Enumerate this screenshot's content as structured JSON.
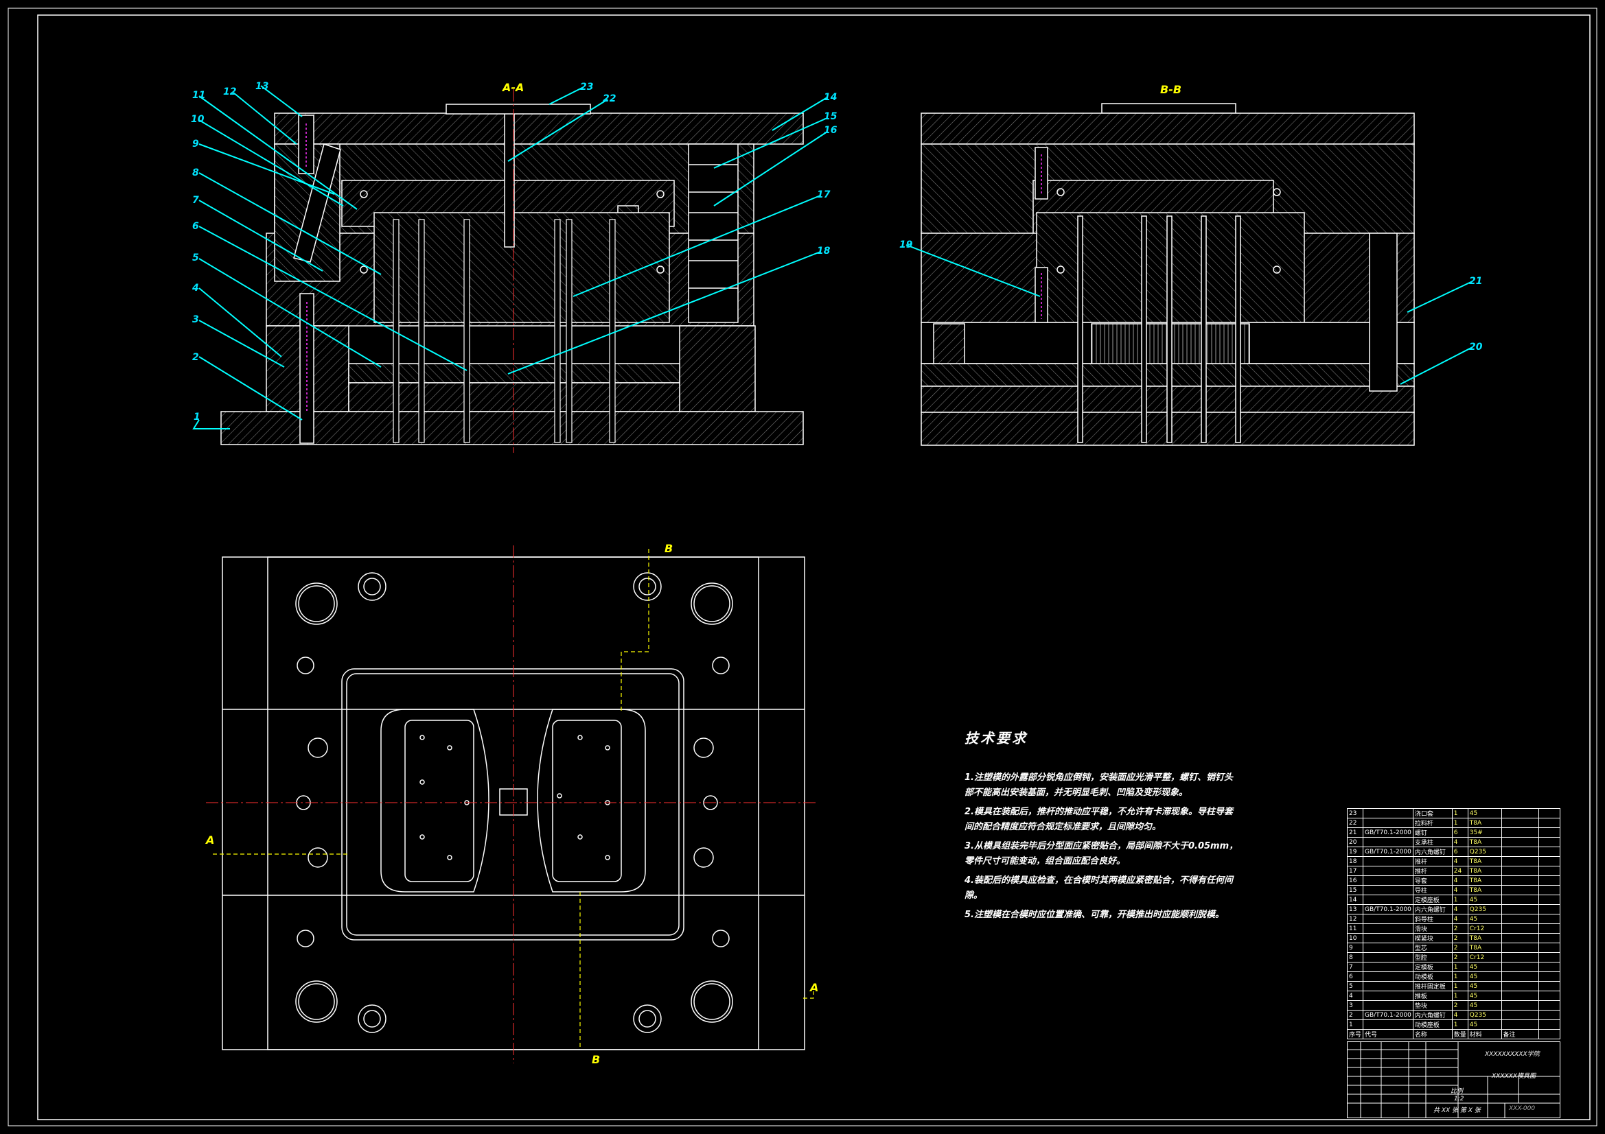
{
  "sections": {
    "aa": "A-A",
    "bb": "B-B",
    "cut_a": "A",
    "cut_b": "B"
  },
  "part_numbers_aa": [
    "1",
    "2",
    "3",
    "4",
    "5",
    "6",
    "7",
    "8",
    "9",
    "10",
    "11",
    "12",
    "13",
    "14",
    "15",
    "16",
    "17",
    "18",
    "22",
    "23"
  ],
  "part_numbers_bb": [
    "19",
    "20",
    "21"
  ],
  "tech_requirements": {
    "title": "技术要求",
    "items": [
      "1.注塑模的外露部分锐角应倒钝，安装面应光滑平整，螺钉、销钉头部不能高出安装基面，并无明显毛刺、凹陷及变形现象。",
      "2.模具在装配后，推杆的推动应平稳，不允许有卡滞现象。导柱导套间的配合精度应符合规定标准要求，且间隙均匀。",
      "3.从模具组装完毕后分型面应紧密贴合，局部间隙不大于0.05mm，零件尺寸可能变动，组合面应配合良好。",
      "4.装配后的模具应检查，在合模时其两模应紧密贴合，不得有任何间隙。",
      "5.注塑模在合模时应位置准确、可靠，开模推出时应能顺利脱模。"
    ]
  },
  "bom_rows": [
    [
      "23",
      "",
      "浇口套",
      "1",
      "45",
      ""
    ],
    [
      "22",
      "",
      "拉料杆",
      "1",
      "T8A",
      ""
    ],
    [
      "21",
      "GB/T70.1-2000",
      "螺钉",
      "6",
      "35#",
      ""
    ],
    [
      "20",
      "",
      "支承柱",
      "4",
      "T8A",
      ""
    ],
    [
      "19",
      "GB/T70.1-2000",
      "内六角螺钉",
      "6",
      "Q235",
      ""
    ],
    [
      "18",
      "",
      "推杆",
      "4",
      "T8A",
      ""
    ],
    [
      "17",
      "",
      "推杆",
      "24",
      "T8A",
      ""
    ],
    [
      "16",
      "",
      "导套",
      "4",
      "T8A",
      ""
    ],
    [
      "15",
      "",
      "导柱",
      "4",
      "T8A",
      ""
    ],
    [
      "14",
      "",
      "定模座板",
      "1",
      "45",
      ""
    ],
    [
      "13",
      "GB/T70.1-2000",
      "内六角螺钉",
      "4",
      "Q235",
      ""
    ],
    [
      "12",
      "",
      "斜导柱",
      "4",
      "45",
      ""
    ],
    [
      "11",
      "",
      "滑块",
      "2",
      "Cr12",
      ""
    ],
    [
      "10",
      "",
      "楔紧块",
      "2",
      "T8A",
      ""
    ],
    [
      "9",
      "",
      "型芯",
      "2",
      "T8A",
      ""
    ],
    [
      "8",
      "",
      "型腔",
      "2",
      "Cr12",
      ""
    ],
    [
      "7",
      "",
      "定模板",
      "1",
      "45",
      ""
    ],
    [
      "6",
      "",
      "动模板",
      "1",
      "45",
      ""
    ],
    [
      "5",
      "",
      "推杆固定板",
      "1",
      "45",
      ""
    ],
    [
      "4",
      "",
      "推板",
      "1",
      "45",
      ""
    ],
    [
      "3",
      "",
      "垫块",
      "2",
      "45",
      ""
    ],
    [
      "2",
      "GB/T70.1-2000",
      "内六角螺钉",
      "4",
      "Q235",
      ""
    ],
    [
      "1",
      "",
      "动模座板",
      "1",
      "45",
      ""
    ]
  ],
  "bom_header": [
    "序号",
    "代号",
    "名称",
    "数量",
    "材料",
    "备注"
  ],
  "title_block": {
    "school": "XXXXXXXXXX学院",
    "drawing_name": "XXXXXX模具图",
    "sheet": "共 XX 张  第 X 张",
    "drawing_no": "XXX-000",
    "scale_label": "比例",
    "scale": "1:2"
  },
  "colors": {
    "background": "#000000",
    "outline": "#ffffff",
    "hatch": "#8a8a8a",
    "leader": "#00ffff",
    "label": "#00e5ff",
    "section_label": "#ffff00",
    "center_line": "#ff3030",
    "hidden": "#ffff00",
    "screw": "#ff33ff"
  }
}
